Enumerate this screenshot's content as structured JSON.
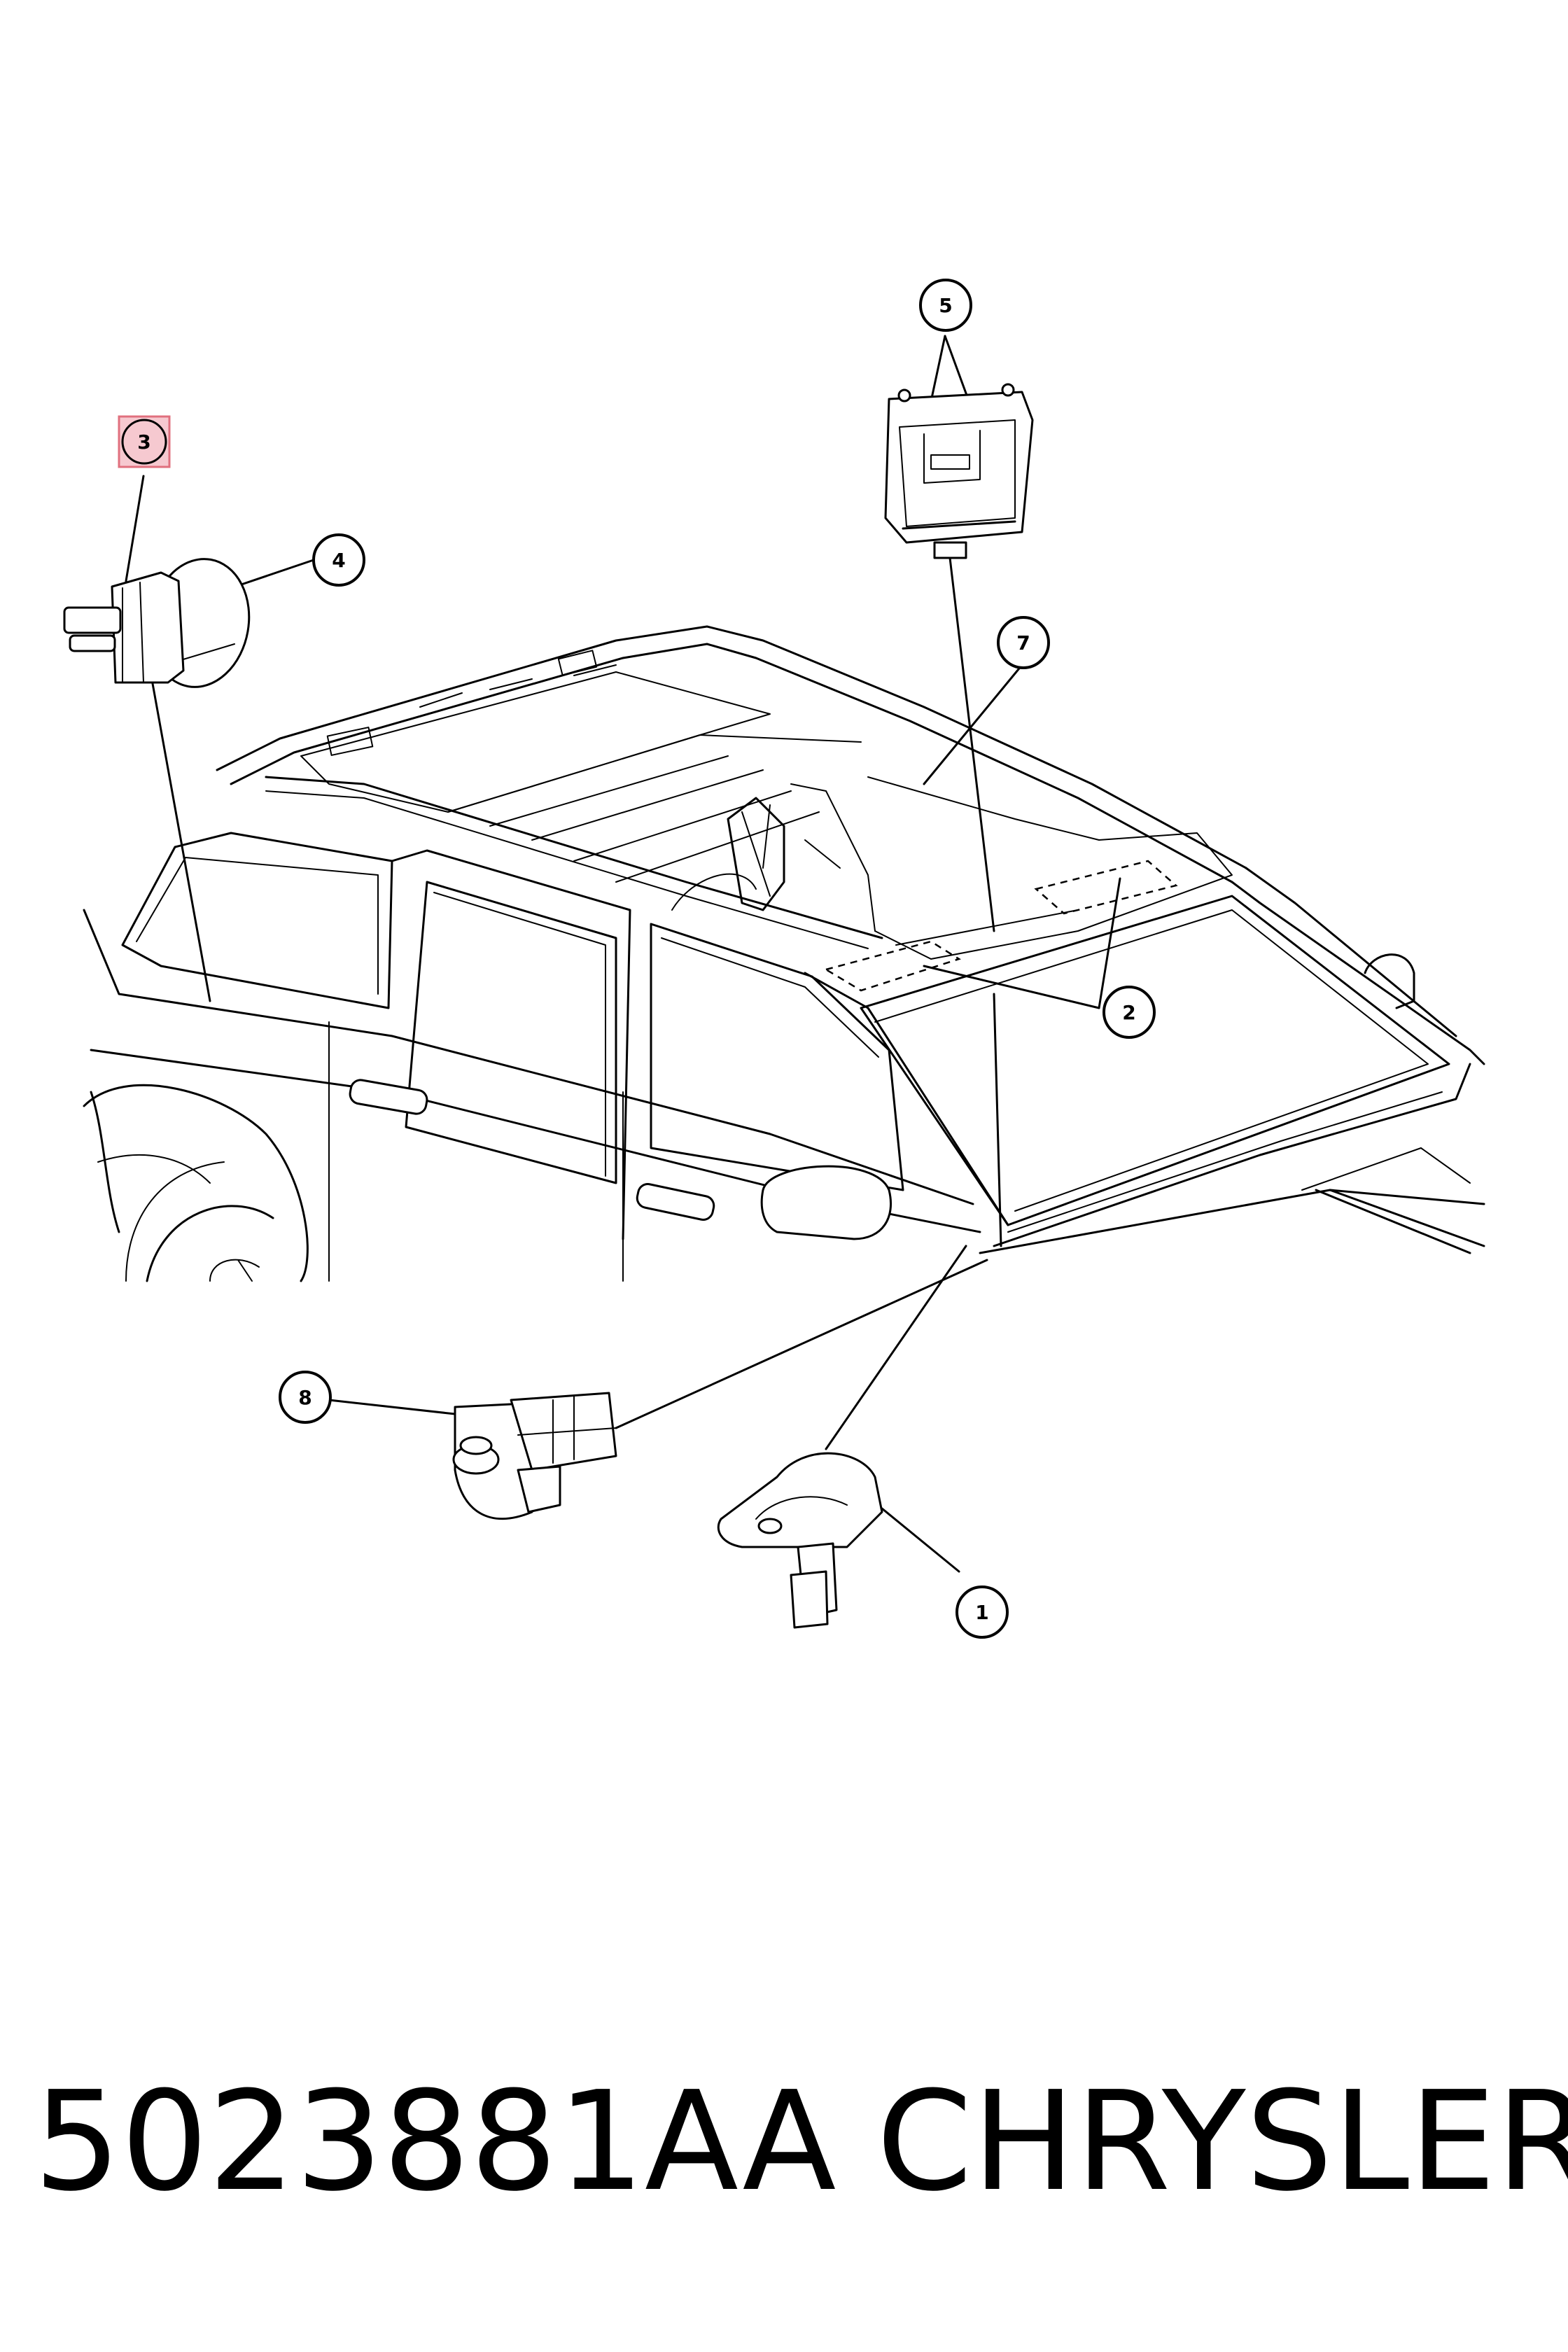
{
  "caption": {
    "part_number": "5023881AA",
    "brand": "CHRYSLER"
  },
  "callouts": [
    {
      "id": "1",
      "label": "1"
    },
    {
      "id": "2",
      "label": "2"
    },
    {
      "id": "3",
      "label": "3",
      "highlighted": true
    },
    {
      "id": "4",
      "label": "4"
    },
    {
      "id": "5",
      "label": "5"
    },
    {
      "id": "7",
      "label": "7"
    },
    {
      "id": "8",
      "label": "8"
    }
  ],
  "colors": {
    "line": "#000000",
    "background": "#ffffff",
    "highlight_fill": "#f6c9d0",
    "highlight_border": "#e0707e"
  }
}
